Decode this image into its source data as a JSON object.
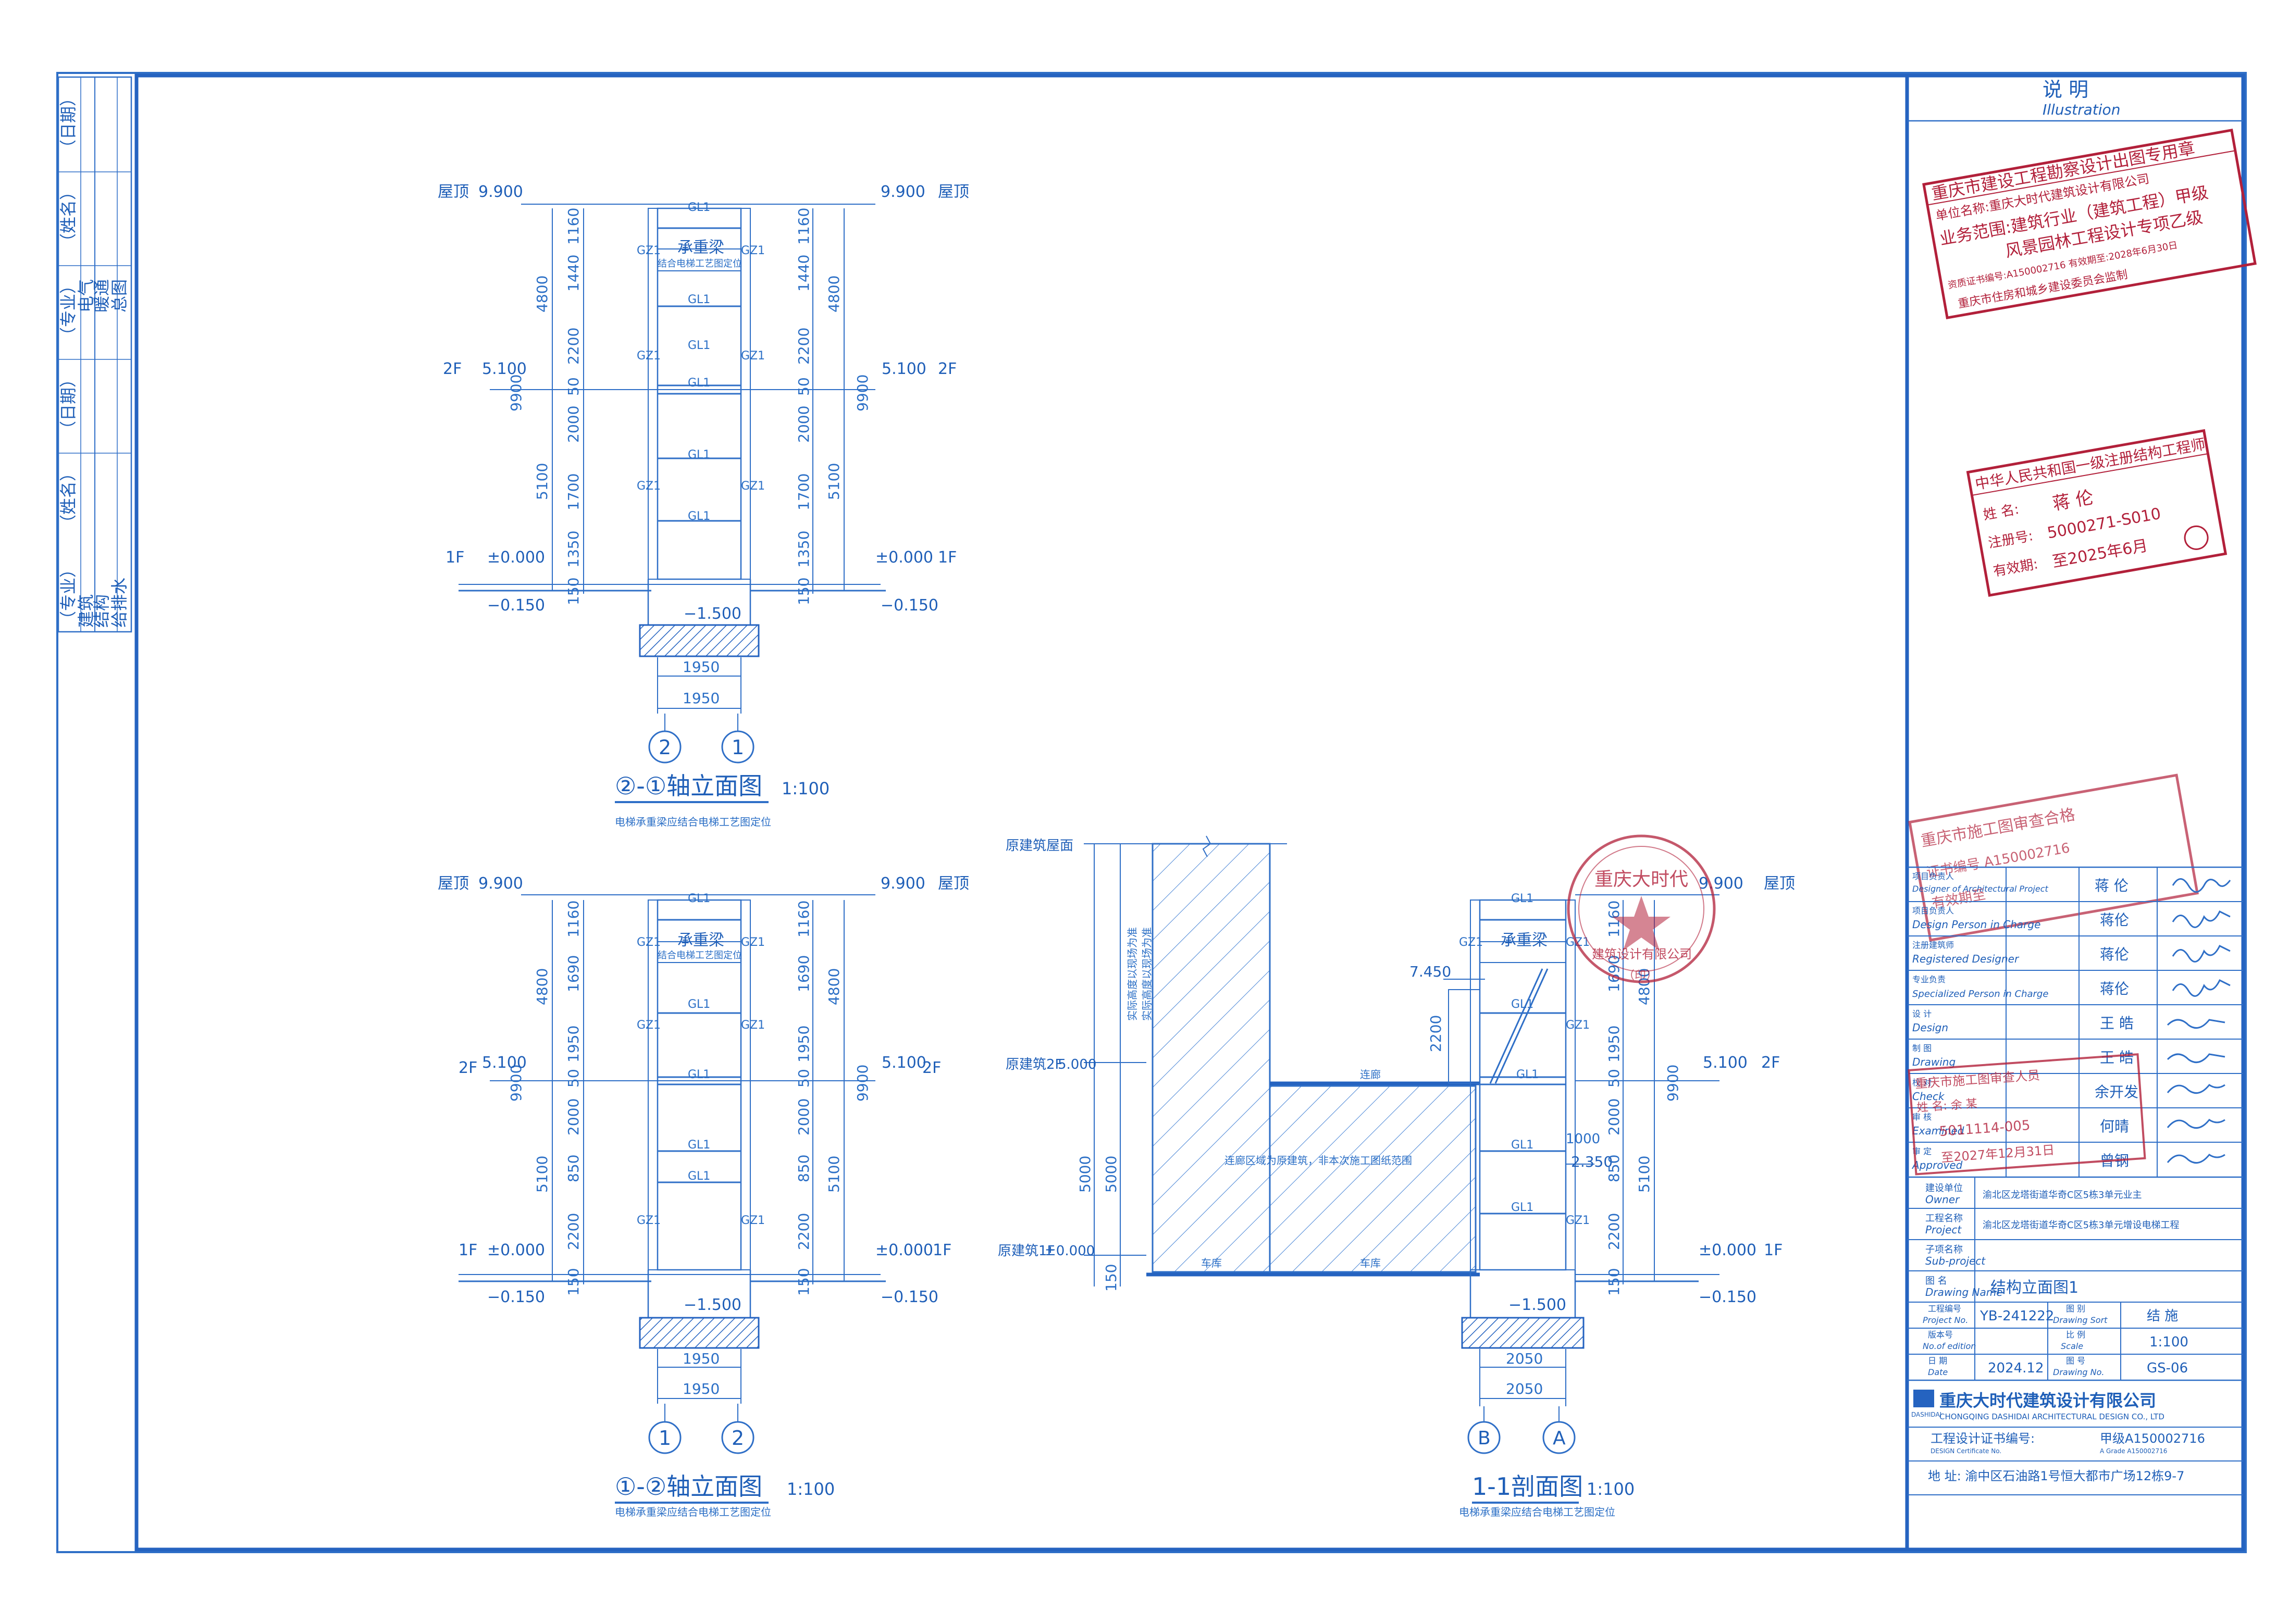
{
  "left_strip": {
    "col1": [
      "（专业）",
      "建筑",
      "结构",
      "给排水"
    ],
    "col1_name": "（姓名）",
    "col1_date": "（日期）",
    "col2": [
      "（专业）",
      "电气",
      "暖通",
      "总图"
    ],
    "col2_name": "（姓名）",
    "col2_date": "（日期）"
  },
  "elevation_a": {
    "title": "②-①轴立面图",
    "scale": "1:100",
    "note": "电梯承重梁应结合电梯工艺图定位",
    "axes": [
      "2",
      "1"
    ],
    "roof_label": "屋顶",
    "roof_elev": "9.900",
    "f2_label": "2F",
    "f2_elev": "5.100",
    "f1_label": "1F",
    "f1_elev": "±0.000",
    "ground_elev": "−0.150",
    "pit_elev": "−1.500",
    "beam_label": "承重梁",
    "beam_note": "结合电梯工艺图定位",
    "gl": "GL1",
    "gz": "GZ1",
    "dims_left": [
      "1160",
      "1440",
      "2200",
      "50",
      "2000",
      "1700",
      "1350",
      "150"
    ],
    "dims_total": [
      "4800",
      "9900",
      "5100"
    ],
    "width_dims": [
      "1950",
      "1950"
    ]
  },
  "elevation_b": {
    "title": "①-②轴立面图",
    "scale": "1:100",
    "note": "电梯承重梁应结合电梯工艺图定位",
    "axes": [
      "1",
      "2"
    ],
    "roof_label": "屋顶",
    "roof_elev": "9.900",
    "f2_label": "2F",
    "f2_elev": "5.100",
    "f1_label": "1F",
    "f1_elev": "±0.000",
    "ground_elev": "−0.150",
    "pit_elev": "−1.500",
    "beam_label": "承重梁",
    "beam_note": "结合电梯工艺图定位",
    "gl": "GL1",
    "gz": "GZ1",
    "dims_left": [
      "1160",
      "1690",
      "1950",
      "50",
      "2000",
      "850",
      "2200",
      "150"
    ],
    "dims_total": [
      "4800",
      "9900",
      "5100"
    ],
    "width_dims": [
      "1950",
      "1950"
    ]
  },
  "section": {
    "title": "1-1剖面图",
    "scale": "1:100",
    "note": "电梯承重梁应结合电梯工艺图定位",
    "axes": [
      "B",
      "A"
    ],
    "left_top_label": "原建筑屋面",
    "left_2f_label": "原建筑2F",
    "left_2f_elev": "5.000",
    "left_1f_label": "原建筑1F",
    "left_1f_elev": "±0.000",
    "left_dims": [
      "5000",
      "5000",
      "150"
    ],
    "vertical_note1": "实际高度以现场为准",
    "vertical_note2": "实际高度以现场为准",
    "hatch_note": "连廊区域为原建筑，非本次施工图纸范围",
    "floor_labels": [
      "车库",
      "车库"
    ],
    "link_label": "连廊",
    "elev_7450": "7.450",
    "elev_2350": "2.350",
    "dim_1000": "1000",
    "dim_2200": "2200",
    "roof_label": "屋顶",
    "roof_elev": "9.900",
    "f2_label": "2F",
    "f2_elev": "5.100",
    "f1_label": "1F",
    "f1_elev": "±0.000",
    "ground_elev": "−0.150",
    "pit_elev": "−1.500",
    "beam_label": "承重梁",
    "gl": "GL1",
    "gz": "GZ1",
    "dims_right": [
      "1160",
      "1690",
      "1950",
      "50",
      "2000",
      "850",
      "2200",
      "150"
    ],
    "dims_total": [
      "4800",
      "9900",
      "5100"
    ],
    "width_dims": [
      "2050",
      "2050"
    ]
  },
  "title_block": {
    "heading": "说 明",
    "heading_en": "Illustration",
    "stamp1": {
      "l1": "重庆市建设工程勘察设计出图专用章",
      "l2": "单位名称:重庆大时代建筑设计有限公司",
      "l3": "业务范围:建筑行业（建筑工程）甲级",
      "l4": "风景园林工程设计专项乙级",
      "l5": "资质证书编号:A150002716 有效期至:2028年6月30日",
      "l6": "重庆市住房和城乡建设委员会监制"
    },
    "stamp2": {
      "l1": "中华人民共和国一级注册结构工程师",
      "name_label": "姓 名:",
      "name": "蒋 伦",
      "reg_label": "注册号:",
      "reg": "5000271-S010",
      "valid_label": "有效期:",
      "valid": "至2025年6月"
    },
    "rows": [
      {
        "cn": "项目负责人",
        "en": "Designer of Architectural Project",
        "name": "蒋 伦"
      },
      {
        "cn": "项目负责人",
        "en": "Design Person in Charge",
        "name": "蒋伦"
      },
      {
        "cn": "注册建筑师",
        "en": "Registered Designer",
        "name": "蒋伦"
      },
      {
        "cn": "专业负责",
        "en": "Specialized Person in Charge",
        "name": "蒋伦"
      },
      {
        "cn": "设 计",
        "en": "Design",
        "name": "王 皓"
      },
      {
        "cn": "制 图",
        "en": "Drawing",
        "name": "王 皓"
      },
      {
        "cn": "校 对",
        "en": "Check",
        "name": "余开发"
      },
      {
        "cn": "审 核",
        "en": "Examined",
        "name": "何晴"
      },
      {
        "cn": "审 定",
        "en": "Approved",
        "name": "曾钢"
      }
    ],
    "owner_cn": "建设单位",
    "owner_en": "Owner",
    "owner_val": "渝北区龙塔街道华奇C区5栋3单元业主",
    "project_cn": "工程名称",
    "project_en": "Project",
    "project_val": "渝北区龙塔街道华奇C区5栋3单元增设电梯工程",
    "sub_cn": "子项名称",
    "sub_en": "Sub-project",
    "drawing_cn": "图 名",
    "drawing_en": "Drawing Name",
    "drawing_val": "结构立面图1",
    "projno_cn": "工程编号",
    "projno_en": "Project No.",
    "projno_val": "YB-241222",
    "sort_cn": "图 别",
    "sort_en": "Drawing Sort",
    "sort_val": "结 施",
    "edition_cn": "版本号",
    "edition_en": "No.of edition",
    "scale_cn": "比 例",
    "scale_en": "Scale",
    "scale_val": "1:100",
    "date_cn": "日 期",
    "date_en": "Date",
    "date_val": "2024.12",
    "no_cn": "图 号",
    "no_en": "Drawing No.",
    "no_val": "GS-06",
    "company_cn": "重庆大时代建筑设计有限公司",
    "company_en": "CHONGQING DASHIDAI ARCHITECTURAL DESIGN CO., LTD",
    "logo_text": "DASHIDAI",
    "cert_label": "工程设计证书编号:",
    "cert_val": "甲级A150002716",
    "cert_en": "DESIGN Certificate No.",
    "cert_en2": "A Grade A150002716",
    "address": "地 址: 渝中区石油路1号恒大都市广场12栋9-7"
  },
  "stamp3": {
    "l1": "重庆大时代",
    "l2": "建筑设计有限公司",
    "l3": "（印）"
  },
  "stamp4": {
    "l1": "重庆市施工图审查合格",
    "l2": "证书编号 A150002716",
    "l3": "有效期至"
  },
  "stamp5": {
    "l1": "重庆市施工图审查人员",
    "l2": "姓 名: 余 某",
    "l3": "5011114-005",
    "l4": "至2027年12月31日"
  }
}
